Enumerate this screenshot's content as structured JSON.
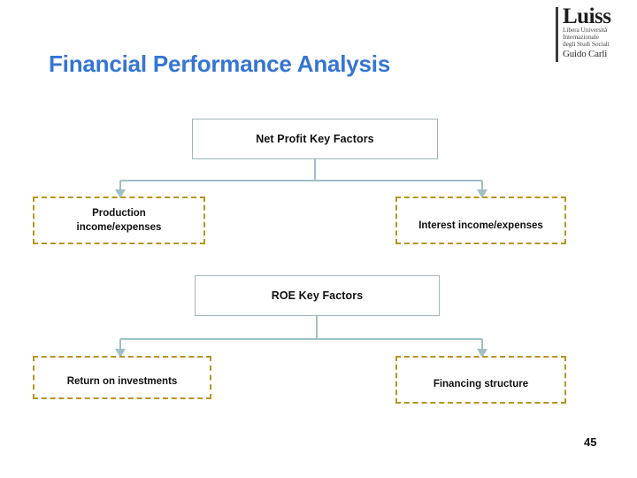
{
  "slide": {
    "title": "Financial Performance Analysis",
    "page_number": "45",
    "title_color": "#3575d3",
    "solid_box_border_color": "#9db8b8",
    "dashed_box_border_color": "#b89420",
    "connector_color": "#9fc1c6"
  },
  "logo": {
    "wordmark": "Luiss",
    "line1": "Libera Università",
    "line2": "Internazionale",
    "line3": "degli Studi Sociali",
    "line4": "Guido Carli"
  },
  "diagram": {
    "groups": [
      {
        "parent": {
          "label": "Net Profit Key Factors",
          "style": "solid"
        },
        "children": [
          {
            "label": "Production income/expenses",
            "style": "dashed"
          },
          {
            "label": "Interest income/expenses",
            "style": "dashed"
          }
        ]
      },
      {
        "parent": {
          "label": "ROE Key Factors",
          "style": "solid"
        },
        "children": [
          {
            "label": "Return on investments",
            "style": "dashed"
          },
          {
            "label": "Financing structure",
            "style": "dashed"
          }
        ]
      }
    ]
  },
  "labels": {
    "net_profit": "Net Profit Key Factors",
    "roe": "ROE Key Factors",
    "production_line1": "Production",
    "production_line2": "income/expenses",
    "interest": "Interest income/expenses",
    "return_on_investments": "Return on investments",
    "financing_structure": "Financing structure"
  }
}
